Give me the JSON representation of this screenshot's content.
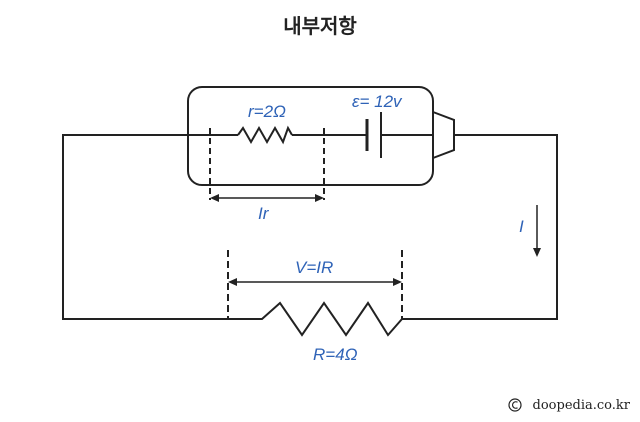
{
  "title": "내부저항",
  "labels": {
    "internal_resistance": "r=2Ω",
    "emf": "ε= 12v",
    "internal_drop": "Ir",
    "current": "I",
    "terminal_voltage": "V=IR",
    "load_resistance": "R=4Ω"
  },
  "credit": "doopedia.co.kr",
  "colors": {
    "label_blue": "#2f63b7",
    "line": "#222222"
  },
  "icons": {
    "copyright": "copyright-icon"
  }
}
